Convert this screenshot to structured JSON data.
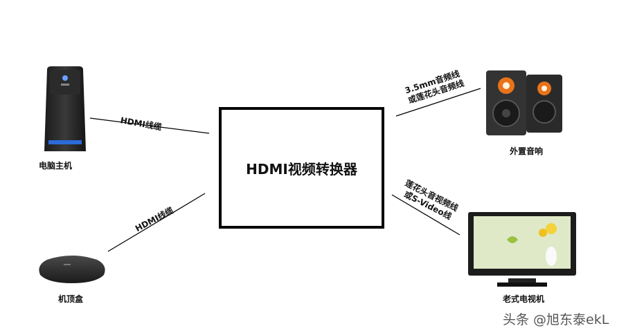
{
  "center": {
    "title": "HDMI视频转换器"
  },
  "devices": {
    "pc": {
      "label": "电脑主机",
      "icon": "pc-tower-icon"
    },
    "set_top_box": {
      "label": "机顶盒",
      "icon": "set-top-box-icon"
    },
    "speakers": {
      "label": "外置音响",
      "icon": "speakers-icon"
    },
    "tv": {
      "label": "老式电视机",
      "icon": "crt-tv-icon"
    }
  },
  "cables": {
    "pc_to_converter": "HDMI线缆",
    "stb_to_converter": "HDMI线缆",
    "converter_to_speakers": [
      "3.5mm音频线",
      "或莲花头音频线"
    ],
    "converter_to_tv": [
      "莲花头音视频线",
      "或S-Video线"
    ]
  },
  "watermark": "头条 @旭东泰ekL",
  "colors": {
    "line": "#000000",
    "speaker_cone": "#e8731a",
    "tv_screen": "#dfe9c8",
    "tower_accent": "#2a6bd8"
  }
}
